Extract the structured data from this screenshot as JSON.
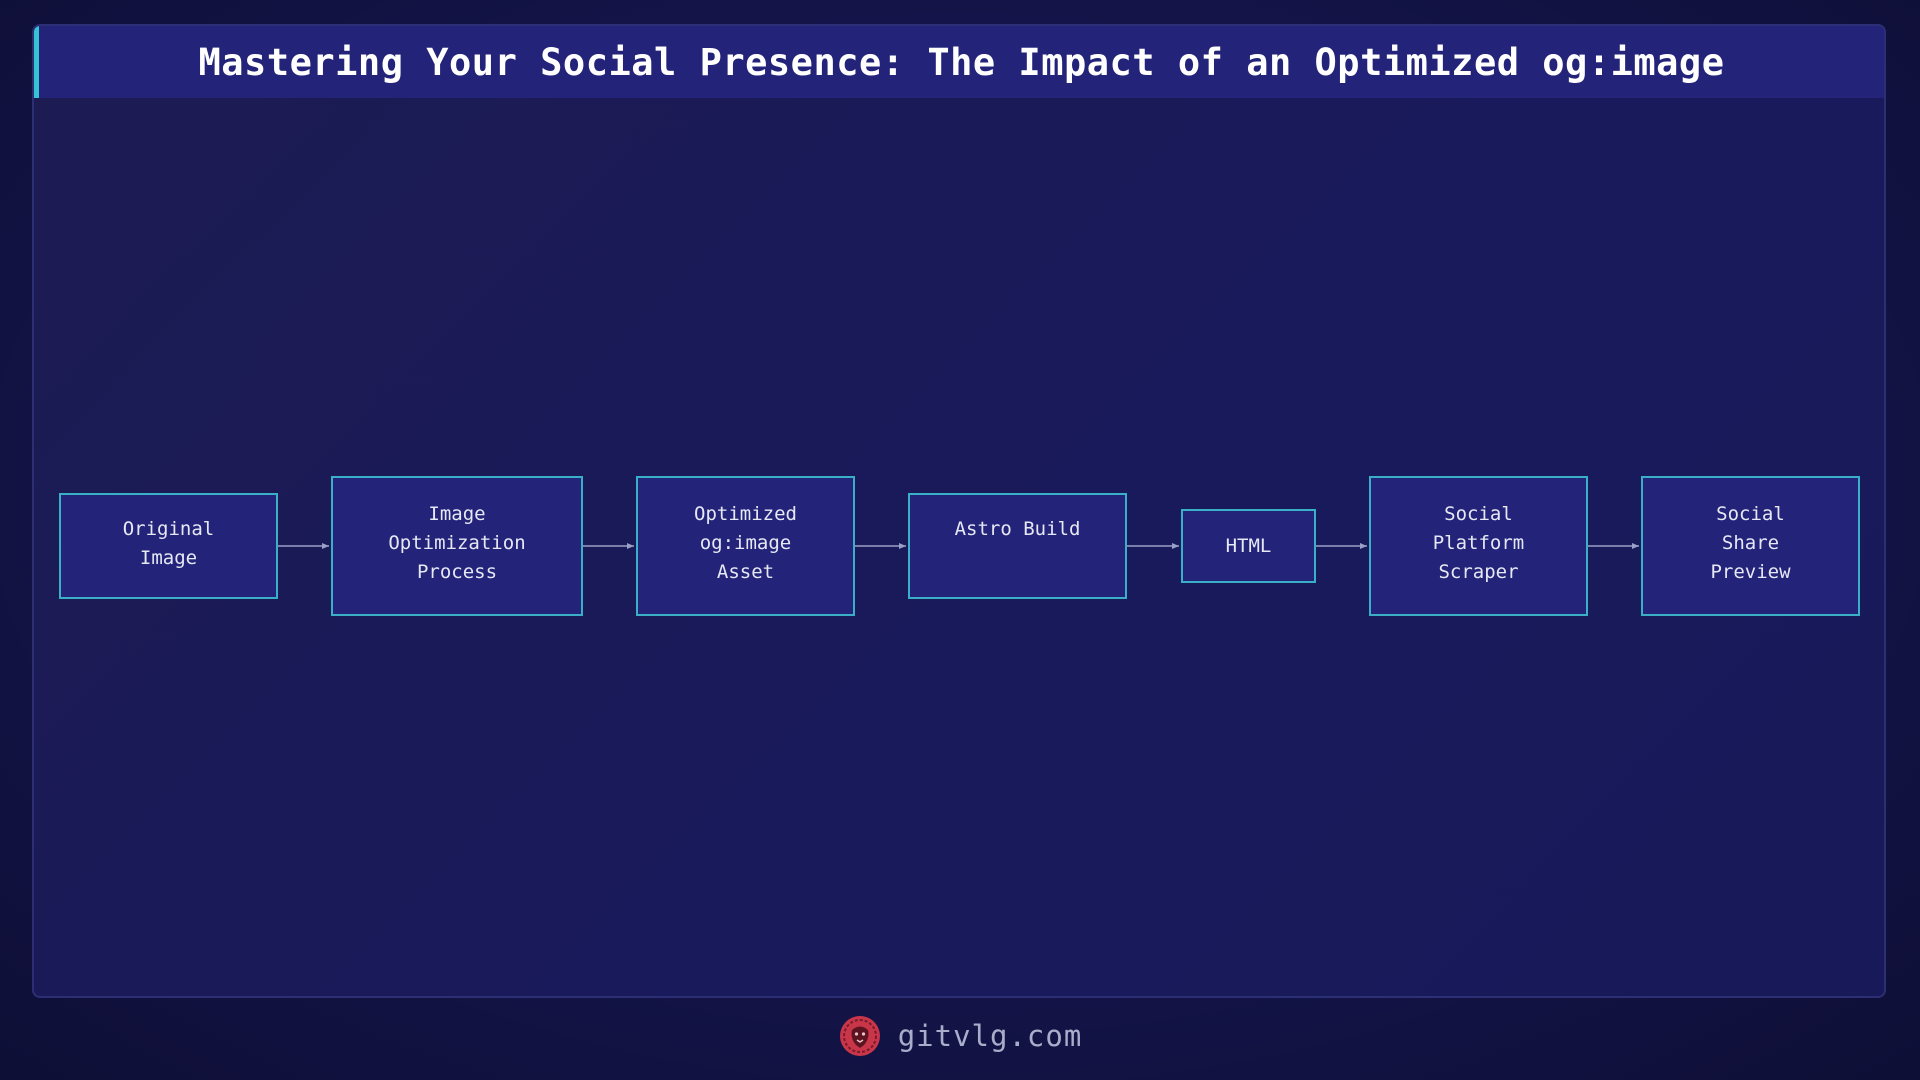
{
  "title": "Mastering Your Social Presence: The Impact of an Optimized og:image",
  "diagram": {
    "nodes": [
      {
        "id": "original-image",
        "label": "Original\nImage"
      },
      {
        "id": "image-optimization-process",
        "label": "Image\nOptimization\nProcess"
      },
      {
        "id": "optimized-ogimage-asset",
        "label": "Optimized\nog:image\nAsset"
      },
      {
        "id": "astro-build",
        "label": "Astro Build"
      },
      {
        "id": "html",
        "label": "HTML"
      },
      {
        "id": "social-platform-scraper",
        "label": "Social\nPlatform\nScraper"
      },
      {
        "id": "social-share-preview",
        "label": "Social\nShare\nPreview"
      }
    ],
    "edges": [
      {
        "from": "original-image",
        "to": "image-optimization-process"
      },
      {
        "from": "image-optimization-process",
        "to": "optimized-ogimage-asset"
      },
      {
        "from": "optimized-ogimage-asset",
        "to": "astro-build"
      },
      {
        "from": "astro-build",
        "to": "html"
      },
      {
        "from": "html",
        "to": "social-platform-scraper"
      },
      {
        "from": "social-platform-scraper",
        "to": "social-share-preview"
      }
    ]
  },
  "footer": {
    "text": "gitvlg.com",
    "logo_icon": "lion-logo-icon"
  },
  "colors": {
    "node_fill": "#23237a",
    "node_border": "#3ab0c8",
    "title_accent": "#35c4d4",
    "arrow": "#9aa0c6",
    "logo": "#c9364a"
  }
}
